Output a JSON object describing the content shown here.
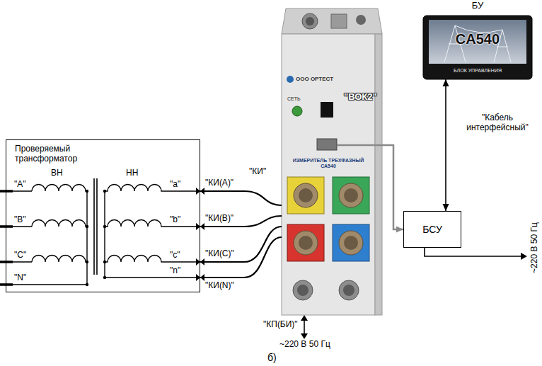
{
  "diagram": {
    "caption": "б)",
    "nodes": [
      {
        "text": [
          "Проверяемый трансформатор"
        ]
      },
      {
        "text": [
          "ООО ОРТЕСТ",
          "СЕТЬ",
          "ИЗМЕРИТЕЛЬ ТРЕХФАЗНЫЙ СА540"
        ]
      },
      {
        "text": [
          "БСУ"
        ]
      },
      {
        "text": [
          "БУ",
          "CA540",
          "БЛОК УПРАВЛЕНИЯ"
        ]
      }
    ],
    "edges": [
      {
        "from": 0,
        "to": 1,
        "label": "\"КИ(A)\"",
        "arrow": "none"
      },
      {
        "from": 0,
        "to": 1,
        "label": "\"КИ(B)\"",
        "arrow": "none"
      },
      {
        "from": 0,
        "to": 1,
        "label": "\"КИ(C)\"",
        "arrow": "none"
      },
      {
        "from": 0,
        "to": 1,
        "label": "\"КИ(N)\"",
        "arrow": "none"
      },
      {
        "from": 1,
        "to": 2,
        "label": "\"ВОК2\"",
        "arrow": "to"
      },
      {
        "from": 2,
        "to": 3,
        "label": "\"Кабель интерфейсный\"",
        "arrow": "both"
      }
    ],
    "labels": [
      "\"A\"",
      "\"B\"",
      "\"C\"",
      "\"N\"",
      "ВН",
      "НН",
      "\"a\"",
      "\"b\"",
      "\"c\"",
      "\"n\"",
      "\"КИ\"",
      "\"КП(БИ)\"",
      "~220 В 50 Гц",
      "~220 В 50 Гц"
    ]
  }
}
